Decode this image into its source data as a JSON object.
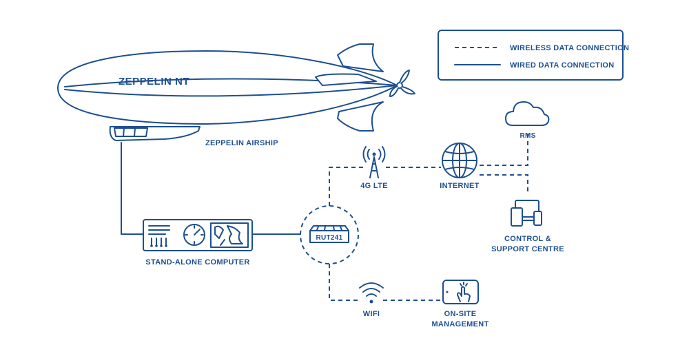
{
  "legend": {
    "wireless": "WIRELESS DATA CONNECTION",
    "wired": "WIRED DATA CONNECTION"
  },
  "airship": {
    "hull_text": "ZEPPELIN NT",
    "label": "ZEPPELIN AIRSHIP"
  },
  "nodes": {
    "computer": "STAND-ALONE COMPUTER",
    "router": "RUT241",
    "lte": "4G LTE",
    "internet": "INTERNET",
    "rms": "RMS",
    "control_line1": "CONTROL &",
    "control_line2": "SUPPORT CENTRE",
    "wifi": "WIFI",
    "onsite_line1": "ON-SITE",
    "onsite_line2": "MANAGEMENT"
  },
  "colors": {
    "primary": "#1d4f91",
    "background": "#ffffff"
  }
}
